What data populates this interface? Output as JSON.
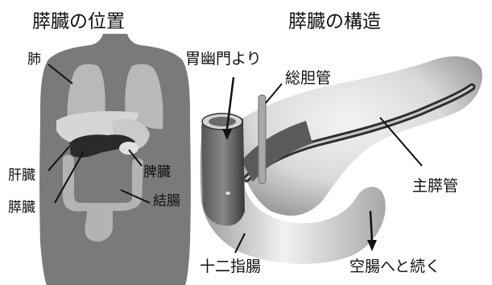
{
  "left_panel": {
    "title": "膵臓の位置",
    "labels": {
      "lung": "肺",
      "liver": "肝臓",
      "pancreas": "膵臓",
      "spleen": "脾臓",
      "colon": "結腸"
    }
  },
  "right_panel": {
    "title": "膵臓の構造",
    "labels": {
      "stomach_pylorus": "胃幽門より",
      "common_bile_duct": "総胆管",
      "main_pancreatic_duct": "主膵管",
      "duodenum": "十二指腸",
      "to_jejunum": "空腸へと続く"
    }
  }
}
